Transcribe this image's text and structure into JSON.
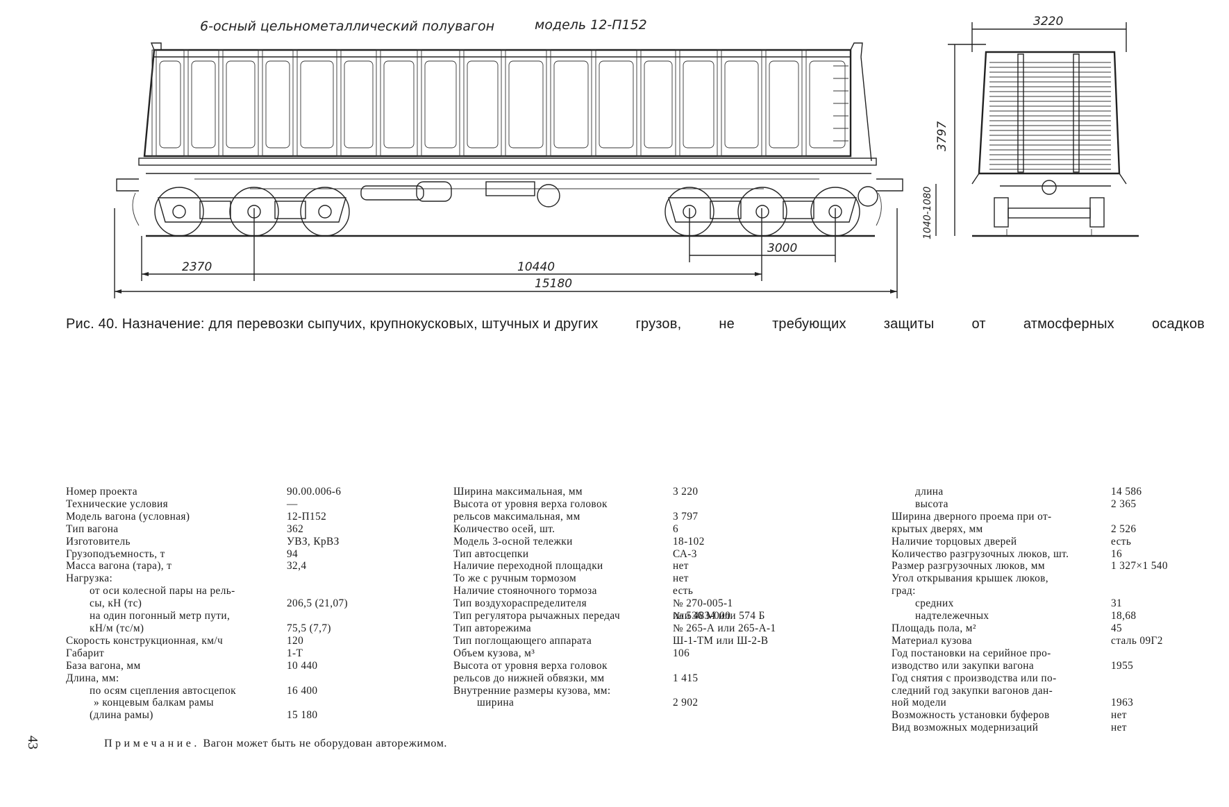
{
  "drawing": {
    "title": "6-осный цельнометаллический полувагон",
    "model": "модель 12-П152",
    "dims": {
      "width": "3220",
      "height": "3797",
      "coupler_height": "1040-1080",
      "bogie_base": "3000",
      "overhang": "2370",
      "wagon_base": "10440",
      "frame_length": "15180"
    }
  },
  "caption": [
    "Рис. 40. Назначение: для перевозки сыпучих, крупнокусковых, штучных и других",
    "грузов,",
    "не",
    "требующих",
    "защиты",
    "от",
    "атмосферных",
    "осадков"
  ],
  "col1": [
    {
      "l": "Номер проекта",
      "v": "90.00.006-6"
    },
    {
      "l": "Технические условия",
      "v": "—"
    },
    {
      "l": "Модель вагона (условная)",
      "v": "12-П152"
    },
    {
      "l": "Тип вагона",
      "v": "362"
    },
    {
      "l": "Изготовитель",
      "v": "УВЗ, КрВЗ"
    },
    {
      "l": "Грузоподъемность, т",
      "v": "94"
    },
    {
      "l": "Масса вагона (тара), т",
      "v": "32,4"
    },
    {
      "l": "Нагрузка:",
      "v": ""
    },
    {
      "l": "от оси колесной пары на рель-",
      "v": "",
      "i": 1
    },
    {
      "l": "сы, кН (тс)",
      "v": "206,5 (21,07)",
      "i": 1
    },
    {
      "l": "на один погонный метр пути,",
      "v": "",
      "i": 1
    },
    {
      "l": "кН/м (тс/м)",
      "v": "75,5 (7,7)",
      "i": 1
    },
    {
      "l": "Скорость конструкционная, км/ч",
      "v": "120"
    },
    {
      "l": "Габарит",
      "v": "1-Т"
    },
    {
      "l": "База вагона, мм",
      "v": "10 440"
    },
    {
      "l": "Длина, мм:",
      "v": ""
    },
    {
      "l": "по осям сцепления автосцепок",
      "v": "16 400",
      "i": 1
    },
    {
      "l": "» концевым балкам рамы",
      "v": "",
      "i": 2
    },
    {
      "l": "(длина рамы)",
      "v": "15 180",
      "i": 1
    }
  ],
  "col2": [
    {
      "l": "Ширина максимальная, мм",
      "v": "3 220"
    },
    {
      "l": "Высота от уровня верха головок",
      "v": ""
    },
    {
      "l": "рельсов максимальная, мм",
      "v": "3 797"
    },
    {
      "l": "Количество осей, шт.",
      "v": "6"
    },
    {
      "l": "Модель 3-осной тележки",
      "v": "18-102"
    },
    {
      "l": "Тип автосцепки",
      "v": "СА-3"
    },
    {
      "l": "Наличие переходной площадки",
      "v": "нет"
    },
    {
      "l": "То же с ручным тормозом",
      "v": "нет"
    },
    {
      "l": "Наличие стояночного тормоза",
      "v": "есть"
    },
    {
      "l": "Тип воздухораспределителя",
      "v": "№ 270-005-1"
    },
    {
      "l": "",
      "v": "или 483-000"
    },
    {
      "l": "Тип регулятора рычажных передач",
      "v": "№ 536 М или 574 Б"
    },
    {
      "l": "Тип авторежима",
      "v": "№ 265-А или 265-А-1"
    },
    {
      "l": "Тип поглощающего аппарата",
      "v": "Ш-1-ТМ или Ш-2-В"
    },
    {
      "l": "Объем кузова, м³",
      "v": "106"
    },
    {
      "l": "Высота от уровня верха головок",
      "v": ""
    },
    {
      "l": "рельсов до нижней обвязки, мм",
      "v": "1 415"
    },
    {
      "l": "Внутренние размеры кузова, мм:",
      "v": ""
    },
    {
      "l": "ширина",
      "v": "2 902",
      "i": 1
    }
  ],
  "col3": [
    {
      "l": "длина",
      "v": "14 586",
      "i": 1
    },
    {
      "l": "высота",
      "v": "2 365",
      "i": 1
    },
    {
      "l": "Ширина дверного проема при от-",
      "v": ""
    },
    {
      "l": "крытых дверях, мм",
      "v": "2 526"
    },
    {
      "l": "Наличие торцовых дверей",
      "v": "есть"
    },
    {
      "l": "Количество разгрузочных люков, шт.",
      "v": "16"
    },
    {
      "l": "Размер разгрузочных люков, мм",
      "v": "1 327×1 540"
    },
    {
      "l": "Угол открывания крышек люков,",
      "v": ""
    },
    {
      "l": "град:",
      "v": ""
    },
    {
      "l": "средних",
      "v": "31",
      "i": 1
    },
    {
      "l": "надтележечных",
      "v": "18,68",
      "i": 1
    },
    {
      "l": "Площадь пола, м²",
      "v": "45"
    },
    {
      "l": "Материал кузова",
      "v": "сталь 09Г2"
    },
    {
      "l": "Год постановки на серийное про-",
      "v": ""
    },
    {
      "l": "изводство или закупки вагона",
      "v": "1955"
    },
    {
      "l": "Год снятия с производства или по-",
      "v": ""
    },
    {
      "l": "следний год закупки вагонов дан-",
      "v": ""
    },
    {
      "l": "ной модели",
      "v": "1963"
    },
    {
      "l": "Возможность установки буферов",
      "v": "нет"
    },
    {
      "l": "Вид возможных модернизаций",
      "v": "нет"
    }
  ],
  "note_prefix": "Примечание.",
  "note_text": "Вагон может быть не оборудован авторежимом.",
  "page_number": "43"
}
